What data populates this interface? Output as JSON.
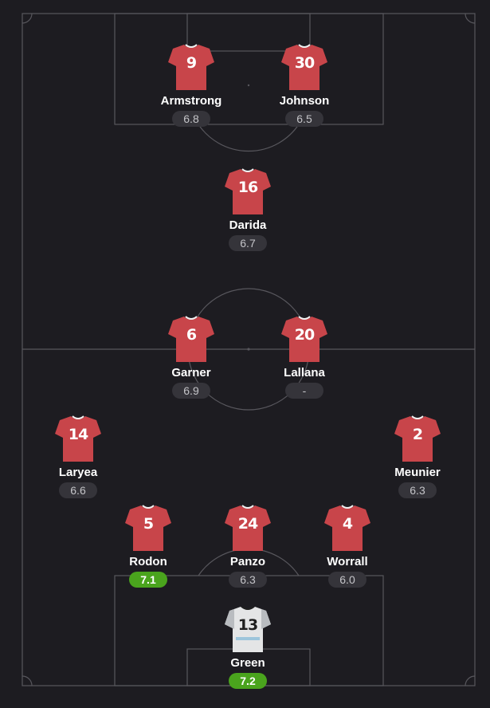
{
  "colors": {
    "background": "#1d1c21",
    "pitch_lines": "#58575d",
    "outfield_shirt": "#c8454a",
    "goalkeeper_shirt": "#e4e5e6",
    "rating_pill": "#35343a",
    "high_rating": "#4aa41d"
  },
  "players": [
    {
      "number": "9",
      "name": "Armstrong",
      "rating": "6.8",
      "role": "outfield",
      "highlight": false
    },
    {
      "number": "30",
      "name": "Johnson",
      "rating": "6.5",
      "role": "outfield",
      "highlight": false
    },
    {
      "number": "16",
      "name": "Darida",
      "rating": "6.7",
      "role": "outfield",
      "highlight": false
    },
    {
      "number": "6",
      "name": "Garner",
      "rating": "6.9",
      "role": "outfield",
      "highlight": false
    },
    {
      "number": "20",
      "name": "Lallana",
      "rating": "-",
      "role": "outfield",
      "highlight": false
    },
    {
      "number": "14",
      "name": "Laryea",
      "rating": "6.6",
      "role": "outfield",
      "highlight": false
    },
    {
      "number": "2",
      "name": "Meunier",
      "rating": "6.3",
      "role": "outfield",
      "highlight": false
    },
    {
      "number": "5",
      "name": "Rodon",
      "rating": "7.1",
      "role": "outfield",
      "highlight": true
    },
    {
      "number": "24",
      "name": "Panzo",
      "rating": "6.3",
      "role": "outfield",
      "highlight": false
    },
    {
      "number": "4",
      "name": "Worrall",
      "rating": "6.0",
      "role": "outfield",
      "highlight": false
    },
    {
      "number": "13",
      "name": "Green",
      "rating": "7.2",
      "role": "goalkeeper",
      "highlight": true
    }
  ]
}
